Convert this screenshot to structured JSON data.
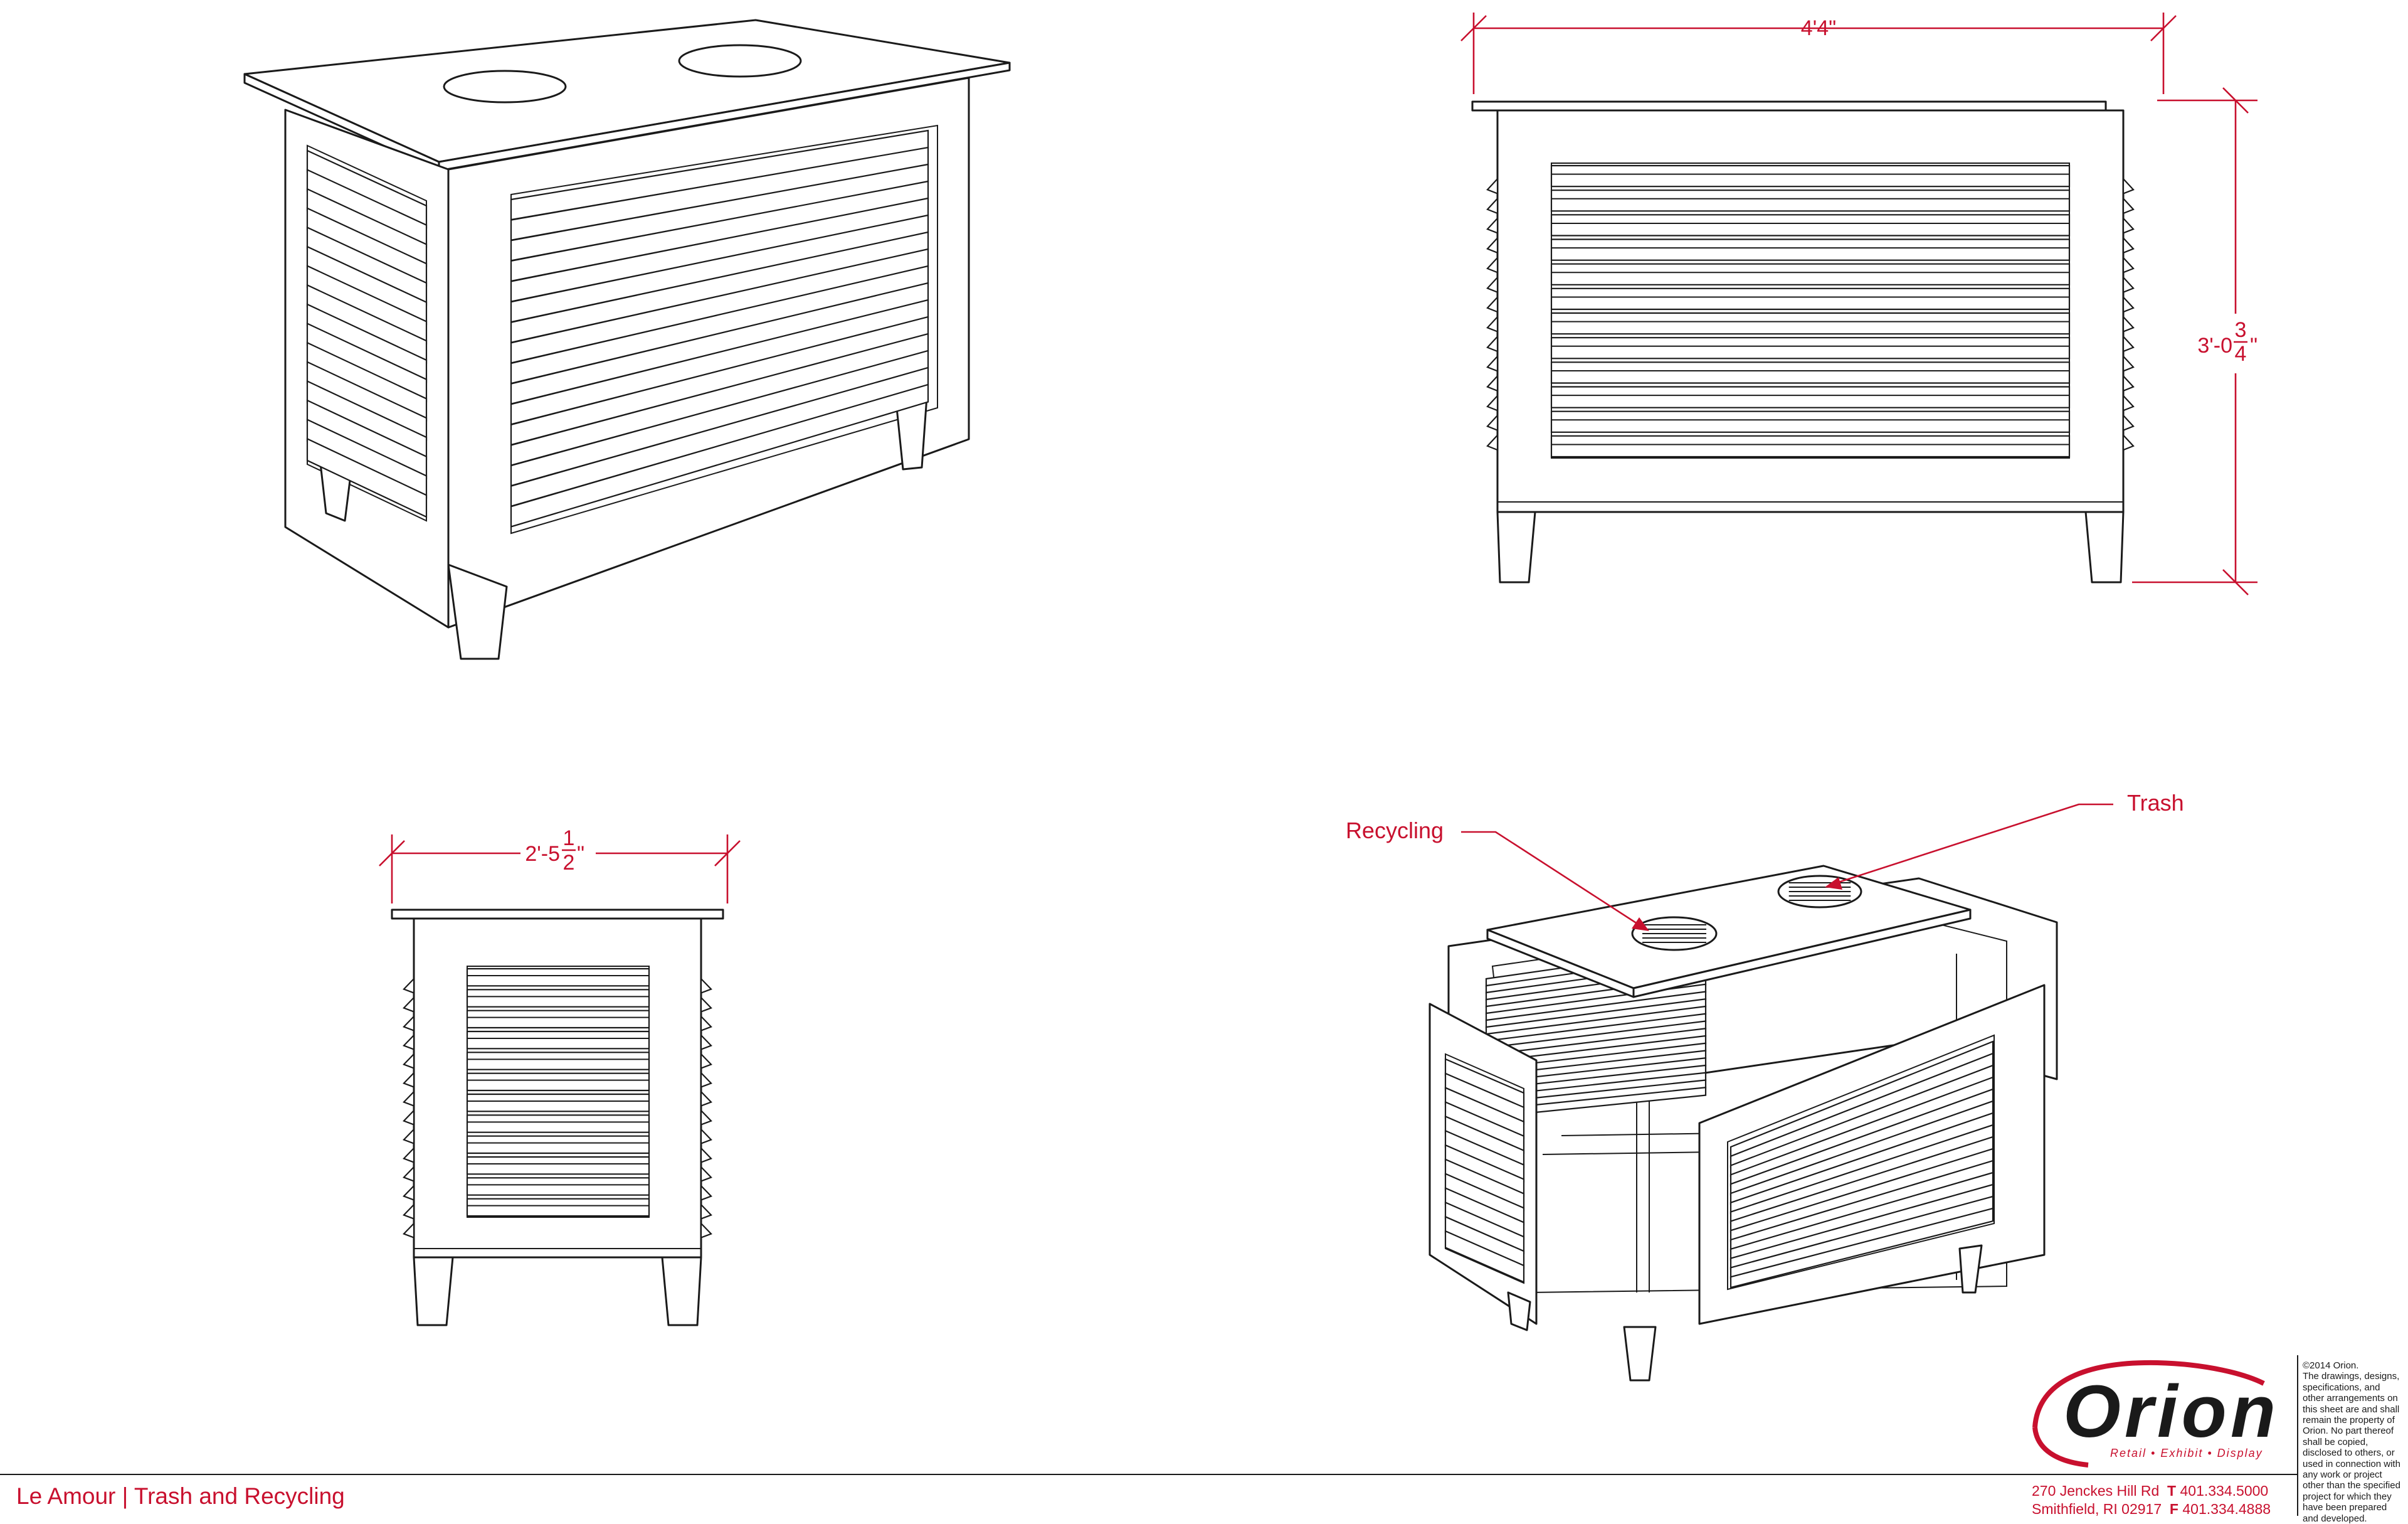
{
  "title_block": {
    "project": "Le Amour | Trash and Recycling",
    "company": "Orion",
    "tagline": "Retail • Exhibit • Display",
    "address_line1": "270 Jenckes Hill Rd",
    "address_line2": "Smithfield, RI 02917",
    "phone_prefix": "T",
    "phone": "401.334.5000",
    "fax_prefix": "F",
    "fax": "401.334.4888",
    "copyright": "©2014 Orion.",
    "notice": "The drawings, designs, specifications, and other arrangements on this sheet are and shall remain the property of Orion. No part thereof shall be copied, disclosed to others, or used in connection with any work or project other than the specified project for which they have been prepared and developed."
  },
  "dimensions": {
    "front_width": "4'4\"",
    "front_height_whole": "3'-0",
    "front_height_num": "3",
    "front_height_den": "4",
    "side_width_whole": "2'-5",
    "side_width_num": "1",
    "side_width_den": "2"
  },
  "callouts": {
    "recycling": "Recycling",
    "trash": "Trash"
  },
  "colors": {
    "accent": "#c8102e",
    "ink": "#1a1a1a"
  }
}
